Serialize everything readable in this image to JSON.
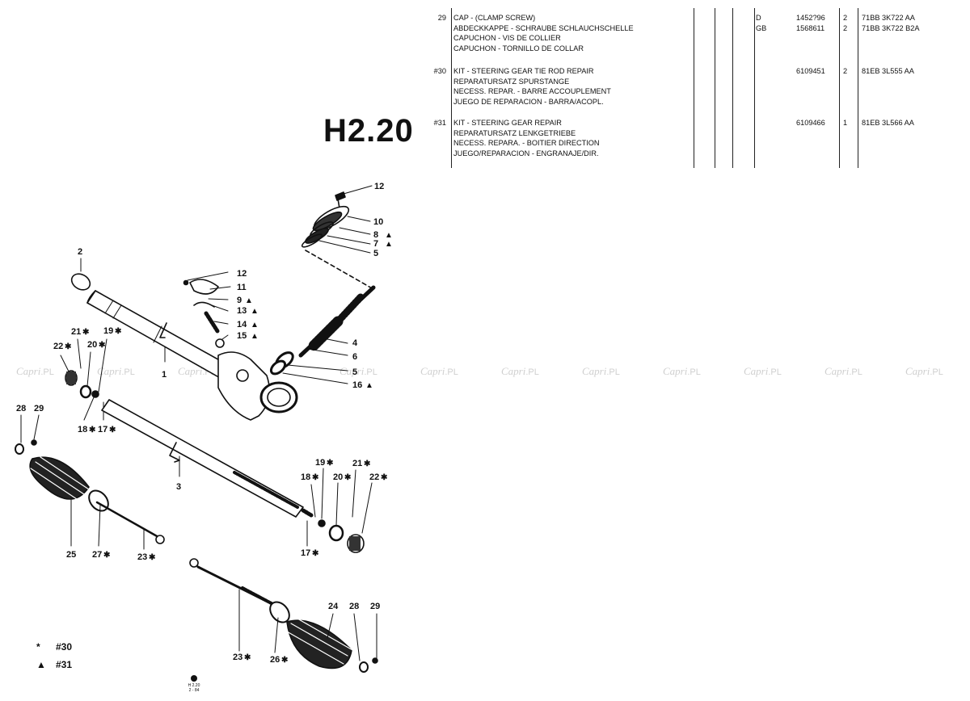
{
  "page": {
    "title": "H2.20"
  },
  "entries": [
    {
      "num": "29",
      "desc": [
        "CAP - (CLAMP SCREW)",
        "ABDECKKAPPE - SCHRAUBE SCHLAUCHSCHELLE",
        "CAPUCHON - VIS DE COLLIER",
        "CAPUCHON - TORNILLO DE COLLAR"
      ],
      "countries": [
        "D",
        "GB"
      ],
      "parts": [
        "1452?96",
        "1568611"
      ],
      "qty": [
        "2",
        "2"
      ],
      "eng": [
        "71BB 3K722 AA",
        "71BB 3K722 B2A"
      ]
    },
    {
      "num": "#30",
      "desc": [
        "KIT - STEERING GEAR TIE ROD REPAIR",
        "REPARATURSATZ SPURSTANGE",
        "NECESS. REPAR. - BARRE ACCOUPLEMENT",
        "JUEGO DE REPARACION - BARRA/ACOPL."
      ],
      "countries": [],
      "parts": [
        "6109451"
      ],
      "qty": [
        "2"
      ],
      "eng": [
        "81EB 3L555 AA"
      ]
    },
    {
      "num": "#31",
      "desc": [
        "KIT - STEERING GEAR REPAIR",
        "REPARATURSATZ LENKGETRIEBE",
        "NECESS. REPARA. - BOITIER DIRECTION",
        "JUEGO/REPARACION - ENGRANAJE/DIR."
      ],
      "countries": [],
      "parts": [
        "6109466"
      ],
      "qty": [
        "1"
      ],
      "eng": [
        "81EB 3L566 AA"
      ]
    }
  ],
  "diagram": {
    "callouts": {
      "c12a": "12",
      "c10": "10",
      "c8": "8",
      "c7": "7",
      "c5a": "5",
      "c2": "2",
      "c12b": "12",
      "c11": "11",
      "c9": "9",
      "c13": "13",
      "c14": "14",
      "c15": "15",
      "c4": "4",
      "c6": "6",
      "c5b": "5",
      "c16": "16",
      "c1": "1",
      "c21a": "21",
      "c19a": "19",
      "c22a": "22",
      "c20a": "20",
      "c18a": "18",
      "c17a": "17",
      "c28a": "28",
      "c29a": "29",
      "c3": "3",
      "c19b": "19",
      "c21b": "21",
      "c18b": "18",
      "c20b": "20",
      "c22b": "22",
      "c17b": "17",
      "c25": "25",
      "c27": "27",
      "c23a": "23",
      "c24": "24",
      "c28b": "28",
      "c29b": "29",
      "c23b": "23",
      "c26": "26"
    },
    "page_ref": [
      "H 2.20",
      "2 - 84"
    ]
  },
  "legend": [
    {
      "symbol": "*",
      "label": "#30"
    },
    {
      "symbol": "▲",
      "label": "#31"
    }
  ],
  "watermark": {
    "brand": "Capri",
    "suffix": ".PL"
  }
}
